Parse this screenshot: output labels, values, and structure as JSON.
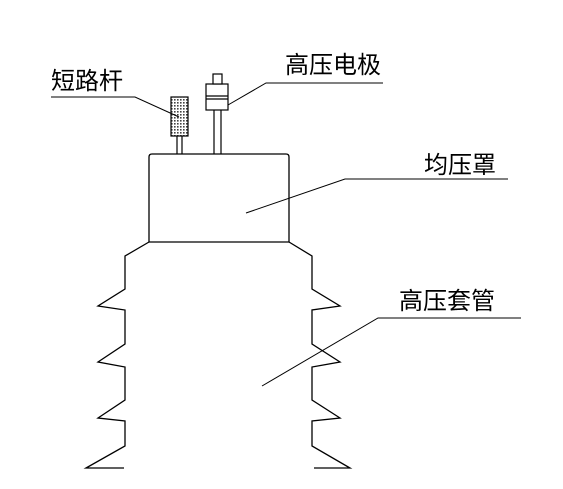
{
  "labels": {
    "short_circuit_rod": "短路杆",
    "hv_electrode": "高压电极",
    "grading_shield": "均压罩",
    "hv_bushing": "高压套管"
  },
  "colors": {
    "line": "#000000",
    "background": "#ffffff",
    "rod_hatch": "#444444"
  }
}
